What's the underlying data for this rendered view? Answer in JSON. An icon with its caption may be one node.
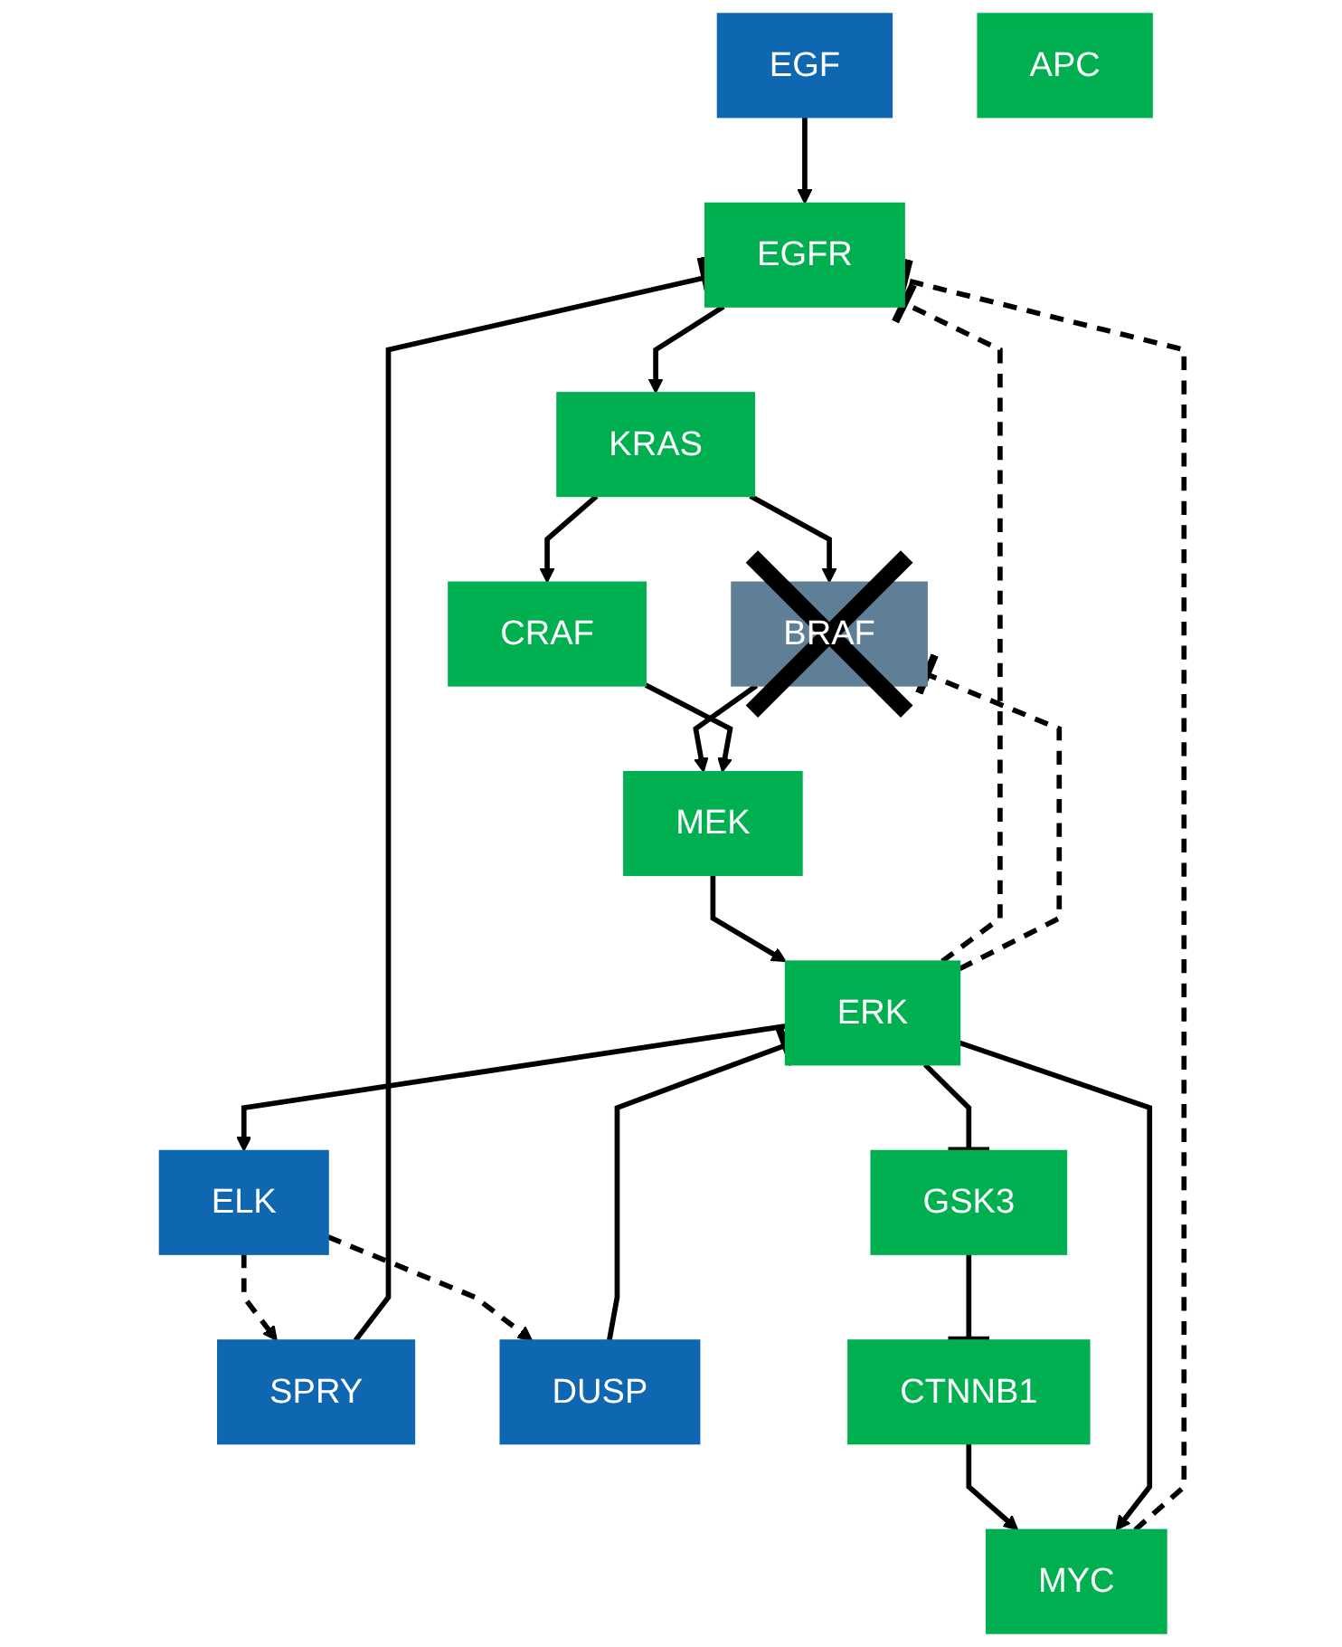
{
  "diagram": {
    "nodes": [
      {
        "text": [
          "EGF"
        ]
      },
      {
        "text": [
          "EGFR"
        ]
      },
      {
        "text": [
          "SPRY"
        ]
      },
      {
        "text": [
          "KRAS"
        ]
      },
      {
        "text": [
          "BRAF"
        ]
      },
      {
        "text": [
          "CRAF"
        ]
      },
      {
        "text": [
          "MEK"
        ]
      },
      {
        "text": [
          "ERK"
        ]
      },
      {
        "text": [
          "DUSP"
        ]
      },
      {
        "text": [
          "APC"
        ]
      },
      {
        "text": [
          "GSK3"
        ]
      },
      {
        "text": [
          "ELK"
        ]
      },
      {
        "text": [
          "CTNNB1"
        ]
      },
      {
        "text": [
          "MYC"
        ]
      }
    ],
    "edges": [
      {
        "from": 0,
        "to": 1,
        "arrow": "to"
      },
      {
        "from": 1,
        "to": 3,
        "arrow": "to"
      },
      {
        "from": 2,
        "to": 1,
        "arrow": "other"
      },
      {
        "from": 3,
        "to": 4,
        "arrow": "to"
      },
      {
        "from": 3,
        "to": 5,
        "arrow": "to"
      },
      {
        "from": 4,
        "to": 6,
        "arrow": "to"
      },
      {
        "from": 5,
        "to": 6,
        "arrow": "to"
      },
      {
        "from": 6,
        "to": 7,
        "arrow": "to"
      },
      {
        "from": 8,
        "to": 7,
        "arrow": "other"
      },
      {
        "from": 7,
        "to": 10,
        "arrow": "other"
      },
      {
        "from": 10,
        "to": 12,
        "arrow": "other"
      },
      {
        "from": 12,
        "to": 13,
        "arrow": "to"
      },
      {
        "from": 7,
        "to": 13,
        "arrow": "to"
      },
      {
        "from": 7,
        "to": 11,
        "arrow": "to"
      },
      {
        "from": 11,
        "to": 8,
        "arrow": "to",
        "style": "dashed"
      },
      {
        "from": 11,
        "to": 2,
        "arrow": "to",
        "style": "dashed"
      },
      {
        "from": 7,
        "to": 1,
        "arrow": "other",
        "style": "dashed"
      },
      {
        "from": 7,
        "to": 4,
        "arrow": "other",
        "style": "dashed"
      },
      {
        "from": 13,
        "to": 1,
        "arrow": "other",
        "style": "dashed"
      }
    ]
  }
}
